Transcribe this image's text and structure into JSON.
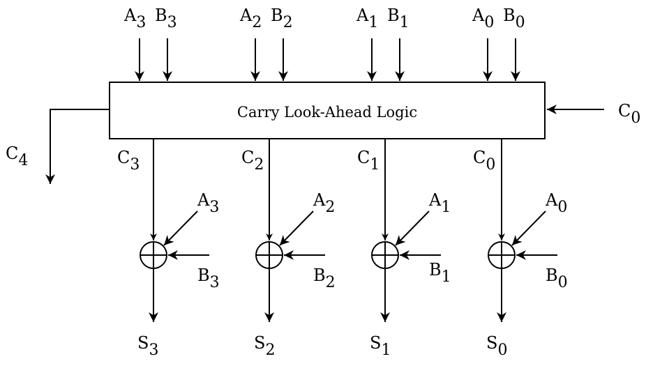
{
  "diagram": {
    "block_title": "Carry Look-Ahead Logic",
    "colors": {
      "ink": "#000000",
      "background": "#ffffff"
    }
  },
  "top_inputs": [
    {
      "id": "a3",
      "base": "A",
      "sub": "3"
    },
    {
      "id": "b3",
      "base": "B",
      "sub": "3"
    },
    {
      "id": "a2",
      "base": "A",
      "sub": "2"
    },
    {
      "id": "b2",
      "base": "B",
      "sub": "2"
    },
    {
      "id": "a1",
      "base": "A",
      "sub": "1"
    },
    {
      "id": "b1",
      "base": "B",
      "sub": "1"
    },
    {
      "id": "a0",
      "base": "A",
      "sub": "0"
    },
    {
      "id": "b0",
      "base": "B",
      "sub": "0"
    }
  ],
  "carry_in": {
    "base": "C",
    "sub": "0"
  },
  "carry_out": {
    "base": "C",
    "sub": "4"
  },
  "stages": [
    {
      "carry": {
        "base": "C",
        "sub": "3"
      },
      "a": {
        "base": "A",
        "sub": "3"
      },
      "b": {
        "base": "B",
        "sub": "3"
      },
      "sum": {
        "base": "S",
        "sub": "3"
      }
    },
    {
      "carry": {
        "base": "C",
        "sub": "2"
      },
      "a": {
        "base": "A",
        "sub": "2"
      },
      "b": {
        "base": "B",
        "sub": "2"
      },
      "sum": {
        "base": "S",
        "sub": "2"
      }
    },
    {
      "carry": {
        "base": "C",
        "sub": "1"
      },
      "a": {
        "base": "A",
        "sub": "1"
      },
      "b": {
        "base": "B",
        "sub": "1"
      },
      "sum": {
        "base": "S",
        "sub": "1"
      }
    },
    {
      "carry": {
        "base": "C",
        "sub": "0"
      },
      "a": {
        "base": "A",
        "sub": "0"
      },
      "b": {
        "base": "B",
        "sub": "0"
      },
      "sum": {
        "base": "S",
        "sub": "0"
      }
    }
  ]
}
